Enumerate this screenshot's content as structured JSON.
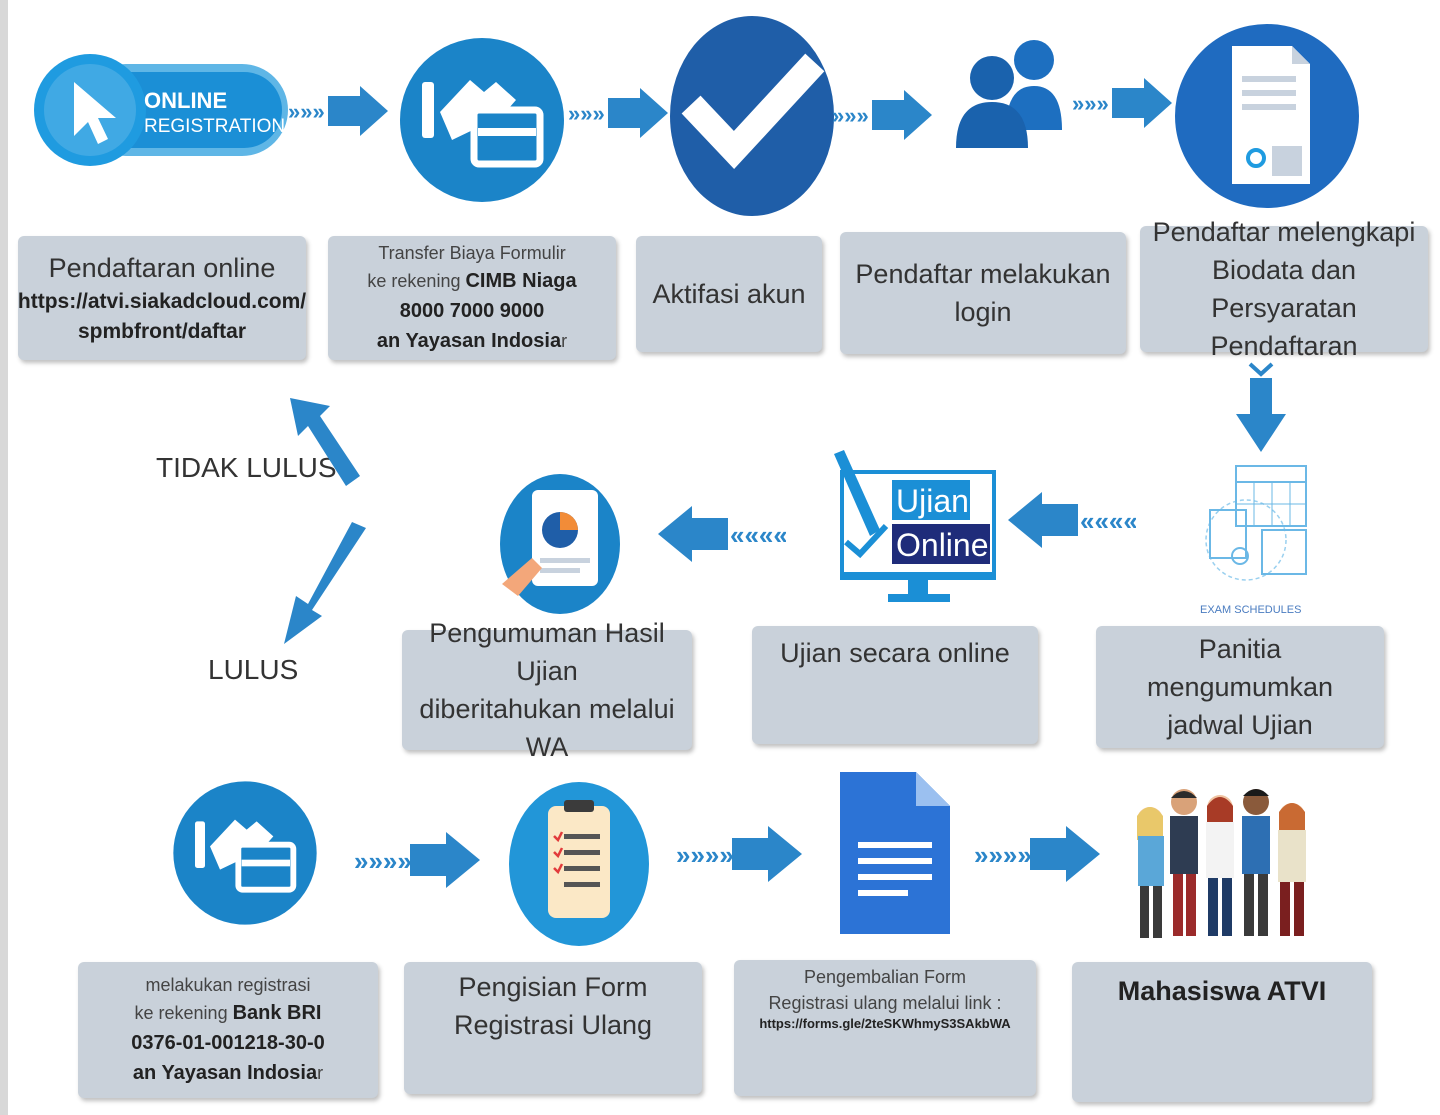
{
  "steps": {
    "s1": {
      "line1": "Pendaftaran online",
      "line2": "https://atvi.siakadcloud.com/",
      "line3": "spmbfront/daftar"
    },
    "s2": {
      "line1": "Transfer Biaya Formulir",
      "line2a": "ke rekening ",
      "line2b": "CIMB Niaga",
      "line3": "8000 7000 9000",
      "line4a": "an Yayasan Indosia",
      "line4b": "r"
    },
    "s3": {
      "line1": "Aktifasi akun"
    },
    "s4": {
      "line1": "Pendaftar melakukan",
      "line2": "login"
    },
    "s5": {
      "line1": "Pendaftar melengkapi",
      "line2": "Biodata dan Persyaratan",
      "line3": "Pendaftaran"
    },
    "s6": {
      "line1": "Panitia mengumumkan",
      "line2": "jadwal Ujian"
    },
    "s7": {
      "line1": "Ujian secara online"
    },
    "s8": {
      "line1": "Pengumuman Hasil Ujian",
      "line2": "diberitahukan melalui WA"
    },
    "s9": {
      "line1": "melakukan registrasi",
      "line2a": "ke rekening ",
      "line2b": "Bank BRI",
      "line3": "0376-01-001218-30-0",
      "line4a": "an Yayasan Indosia",
      "line4b": "r"
    },
    "s10": {
      "line1": "Pengisian Form",
      "line2": "Registrasi Ulang"
    },
    "s11": {
      "line1": "Pengembalian Form",
      "line2": "Registrasi ulang melalui  link :",
      "line3": "https://forms.gle/2teSKWhmyS3SAkbWA"
    },
    "s12": {
      "line1": "Mahasiswa ATVI"
    }
  },
  "labels": {
    "tidak_lulus": "TIDAK LULUS",
    "lulus": "LULUS",
    "exam_schedules": "EXAM SCHEDULES"
  },
  "badges": {
    "online": "ONLINE",
    "registration": "REGISTRATION",
    "ujian": "Ujian",
    "online2": "Online"
  },
  "icons": [
    "cursor-icon",
    "payment-card-icon",
    "checkmark-icon",
    "users-icon",
    "document-icon",
    "calendar-icon",
    "computer-exam-icon",
    "results-chart-icon",
    "payment-card-icon",
    "clipboard-icon",
    "google-docs-icon",
    "students-icon"
  ],
  "colors": {
    "primary_blue": "#1b7fc3",
    "dark_blue": "#1f5ea8",
    "light_blue": "#3aa2dd",
    "box_gray": "#c9d1da"
  }
}
